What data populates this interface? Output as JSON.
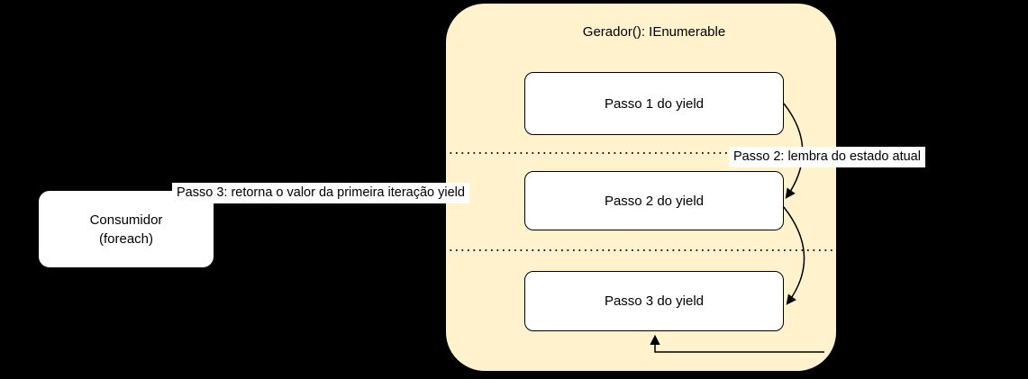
{
  "diagram": {
    "background_color": "#000000",
    "generator": {
      "title": "Gerador(): IEnumerable",
      "fill_color": "#FFF2CC",
      "border_color": "#000000",
      "steps": [
        {
          "label": "Passo 1 do yield"
        },
        {
          "label": "Passo 2 do yield"
        },
        {
          "label": "Passo 3 do yield"
        }
      ]
    },
    "consumer": {
      "line1": "Consumidor",
      "line2": "(foreach)",
      "fill_color": "#FFFFFF"
    },
    "annotations": {
      "step2": "Passo 2: lembra do estado atual",
      "step3": "Passo 3: retorna o valor da primeira iteração yield"
    },
    "edges": {
      "stroke_color": "#000000",
      "arrow_step1_to_step2": "curved right-side arrow from Passo 1 box to Passo 2 box",
      "arrow_step2_to_step3": "curved right-side arrow from Passo 2 box to Passo 3 box",
      "arrow_return_to_step3": "L-shaped arrow entering bottom of Passo 3 box from container right edge",
      "divider_style": "dotted horizontal separators between steps"
    }
  }
}
